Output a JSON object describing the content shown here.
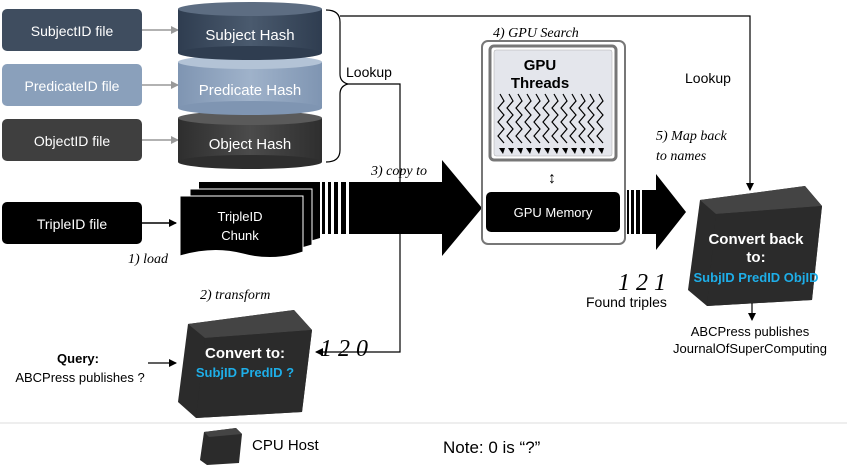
{
  "inputs": {
    "subject_file": "SubjectID file",
    "predicate_file": "PredicateID file",
    "object_file": "ObjectID file",
    "triple_file": "TripleID file"
  },
  "hashes": {
    "subject": "Subject Hash",
    "predicate": "Predicate Hash",
    "object": "Object Hash"
  },
  "labels": {
    "lookup_left": "Lookup",
    "lookup_right": "Lookup",
    "chunk_line1": "TripleID",
    "chunk_line2": "Chunk",
    "gpu_memory": "GPU Memory",
    "gpu_threads_line1": "GPU",
    "gpu_threads_line2": "Threads",
    "found_triples": "Found triples",
    "query_title": "Query:",
    "query_text": "ABCPress publishes  ?",
    "result_line1": "ABCPress publishes",
    "result_line2": "JournalOfSuperComputing",
    "cpu_host": "CPU Host",
    "note": "Note: 0 is “?”"
  },
  "steps": {
    "load": "1) load",
    "transform": "2) transform",
    "copy_to": "3) copy to",
    "gpu_search": "4) GPU Search",
    "map_back_1": "5) Map back",
    "map_back_2": "to names"
  },
  "values": {
    "query_ids": "1 2 0",
    "found_ids": "1 2 1"
  },
  "cubes": {
    "convert_to_title": "Convert to:",
    "convert_to_fields": "SubjID  PredID  ?",
    "convert_back_title_1": "Convert back",
    "convert_back_title_2": "to:",
    "convert_back_fields": "SubjID  PredID  ObjID"
  },
  "colors": {
    "subject_box": "#3f4d5f",
    "predicate_box": "#8aa0bb",
    "object_box": "#3f3f3f",
    "triple_box": "#000000",
    "cube": "#2b2b2b",
    "id_text": "#1eaee8",
    "arrow": "#000000"
  }
}
